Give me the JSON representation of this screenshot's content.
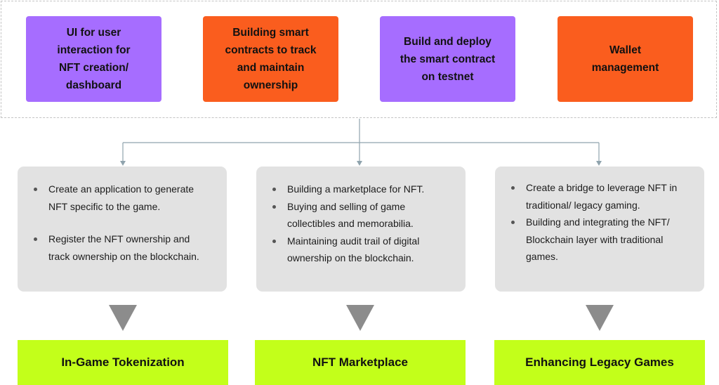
{
  "top_boxes": [
    {
      "color": "#a66dff",
      "lines": [
        "UI for user",
        "interaction for",
        "NFT creation/",
        "dashboard"
      ]
    },
    {
      "color": "#fa5d1e",
      "lines": [
        "Building smart",
        "contracts to track",
        "and maintain",
        "ownership"
      ]
    },
    {
      "color": "#a66dff",
      "lines": [
        "Build and deploy",
        "the smart contract",
        "on testnet"
      ]
    },
    {
      "color": "#fa5d1e",
      "lines": [
        "Wallet",
        "management"
      ]
    }
  ],
  "cards": [
    {
      "bullets": [
        [
          "Create an application to generate",
          "NFT specific to the game."
        ],
        [
          "Register the NFT ownership and",
          "track ownership on the blockchain."
        ]
      ]
    },
    {
      "bullets": [
        [
          "Building a marketplace for NFT."
        ],
        [
          "Buying and selling of game",
          "collectibles and memorabilia."
        ],
        [
          "Maintaining audit trail of digital",
          "ownership on the blockchain."
        ]
      ]
    },
    {
      "bullets": [
        [
          "Create a bridge to leverage NFT in",
          "traditional/ legacy gaming."
        ],
        [
          "Building and integrating the NFT/",
          "Blockchain layer with traditional",
          "games."
        ]
      ]
    }
  ],
  "outcomes": [
    {
      "label": "In-Game Tokenization"
    },
    {
      "label": "NFT Marketplace"
    },
    {
      "label": "Enhancing Legacy Games"
    }
  ],
  "colors": {
    "card_bg": "#e2e2e2",
    "outcome_bg": "#c3ff1a",
    "arrow": "#8c8c8c",
    "connector": "#8fa3ad"
  }
}
